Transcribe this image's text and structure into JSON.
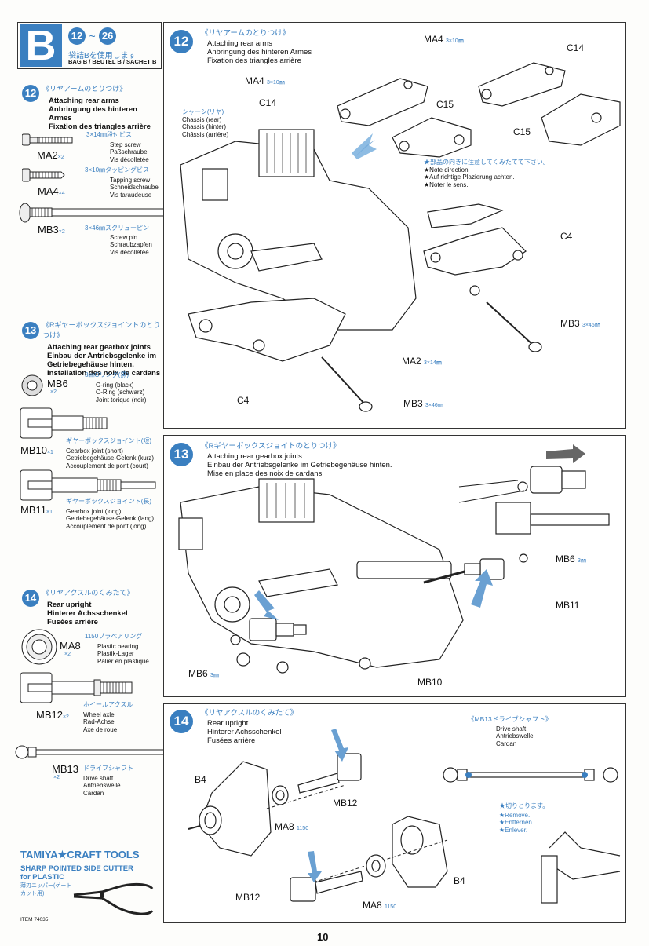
{
  "bag": {
    "letter": "B",
    "range_from": "12",
    "range_to": "26",
    "jp": "袋詰Bを使用します",
    "caption": "BAG B / BEUTEL B / SACHET B"
  },
  "left": {
    "s12": {
      "num": "12",
      "jp": "《リヤアームのとりつけ》",
      "l1": "Attaching rear arms",
      "l2": "Anbringung des hinteren",
      "l3": "Armes",
      "l4": "Fixation des triangles arrière"
    },
    "ma2": {
      "code": "MA2",
      "qty": "×2",
      "jp": "3×14㎜段付ビス",
      "l1": "Step screw",
      "l2": "Paßschraube",
      "l3": "Vis décolletée"
    },
    "ma4": {
      "code": "MA4",
      "qty": "×4",
      "jp": "3×10㎜タッピングビス",
      "l1": "Tapping screw",
      "l2": "Schneidschraube",
      "l3": "Vis taraudeuse"
    },
    "mb3": {
      "code": "MB3",
      "qty": "×2",
      "jp": "3×46㎜スクリューピン",
      "l1": "Screw pin",
      "l2": "Schraubzapfen",
      "l3": "Vis décolletée"
    },
    "s13": {
      "num": "13",
      "jp": "《Rギヤーボックスジョイントのとりつけ》",
      "l1": "Attaching rear gearbox joints",
      "l2": "Einbau der Antriebsgelenke im",
      "l3": "Getriebegehäuse hinten.",
      "l4": "Installation des noix de cardans"
    },
    "mb6": {
      "code": "MB6",
      "qty": "×2",
      "jp": "3㎜Oリング(黒)",
      "l1": "O-ring (black)",
      "l2": "O-Ring (schwarz)",
      "l3": "Joint torique (noir)"
    },
    "mb10": {
      "code": "MB10",
      "qty": "×1",
      "jp": "ギヤーボックスジョイント(短)",
      "l1": "Gearbox joint (short)",
      "l2": "Getriebegehäuse-Gelenk (kurz)",
      "l3": "Accouplement de pont (court)"
    },
    "mb11": {
      "code": "MB11",
      "qty": "×1",
      "jp": "ギヤーボックスジョイント(長)",
      "l1": "Gearbox joint (long)",
      "l2": "Getriebegehäuse-Gelenk (lang)",
      "l3": "Accouplement de pont (long)"
    },
    "s14": {
      "num": "14",
      "jp": "《リヤアクスルのくみたて》",
      "l1": "Rear upright",
      "l2": "Hinterer Achsschenkel",
      "l3": "Fusées arrière"
    },
    "ma8": {
      "code": "MA8",
      "qty": "×2",
      "jp": "1150プラベアリング",
      "l1": "Plastic bearing",
      "l2": "Plastik-Lager",
      "l3": "Palier en plastique"
    },
    "mb12": {
      "code": "MB12",
      "qty": "×2",
      "jp": "ホイールアクスル",
      "l1": "Wheel axle",
      "l2": "Rad-Achse",
      "l3": "Axe de roue"
    },
    "mb13": {
      "code": "MB13",
      "qty": "×2",
      "jp": "ドライブシャフト",
      "l1": "Drive shaft",
      "l2": "Antriebswelle",
      "l3": "Cardan"
    },
    "tools": {
      "brand": "TAMIYA",
      "brand2": "CRAFT TOOLS",
      "l1": "SHARP POINTED SIDE CUTTER",
      "l2": "for PLASTIC",
      "jp1": "薄刃ニッパー(ゲート",
      "jp2": "カット用)",
      "item": "ITEM 74035"
    }
  },
  "p12": {
    "num": "12",
    "jp": "《リヤアームのとりつけ》",
    "l1": "Attaching rear arms",
    "l2": "Anbringung des hinteren Armes",
    "l3": "Fixation des triangles arrière",
    "chassis_jp": "シャーシ(リヤ)",
    "chassis1": "Chassis (rear)",
    "chassis2": "Chassis (hinter)",
    "chassis3": "Châssis (arrière)",
    "note_jp": "★部品の向きに注意してくみたてて下さい。",
    "note1": "★Note direction.",
    "note2": "★Auf richtige Plazierung achten.",
    "note3": "★Noter le sens.",
    "ma4": "MA4",
    "ma4s": "3×10㎜",
    "c14": "C14",
    "c15": "C15",
    "c4": "C4",
    "mb3": "MB3",
    "mb3s": "3×46㎜",
    "ma2": "MA2",
    "ma2s": "3×14㎜"
  },
  "p13": {
    "num": "13",
    "jp": "《Rギヤーボックスジョイトのとりつけ》",
    "l1": "Attaching rear gearbox joints",
    "l2": "Einbau der Antriebsgelenke im Getriebegehäuse hinten.",
    "l3": "Mise en place des noix de cardans",
    "mb6": "MB6",
    "mb6s": "3㎜",
    "mb11": "MB11",
    "mb10": "MB10"
  },
  "p14": {
    "num": "14",
    "jp": "《リヤアクスルのくみたて》",
    "l1": "Rear upright",
    "l2": "Hinterer Achsschenkel",
    "l3": "Fusées arrière",
    "b4": "B4",
    "mb12": "MB12",
    "ma8": "MA8",
    "ma8s": "1150",
    "ds_jp": "《MB13ドライブシャフト》",
    "ds1": "Drive shaft",
    "ds2": "Antriebswelle",
    "ds3": "Cardan",
    "cut_jp": "★切りとります。",
    "cut1": "★Remove.",
    "cut2": "★Entfernen.",
    "cut3": "★Enlever."
  },
  "page_number": "10",
  "colors": {
    "accent": "#3a7fc0"
  }
}
